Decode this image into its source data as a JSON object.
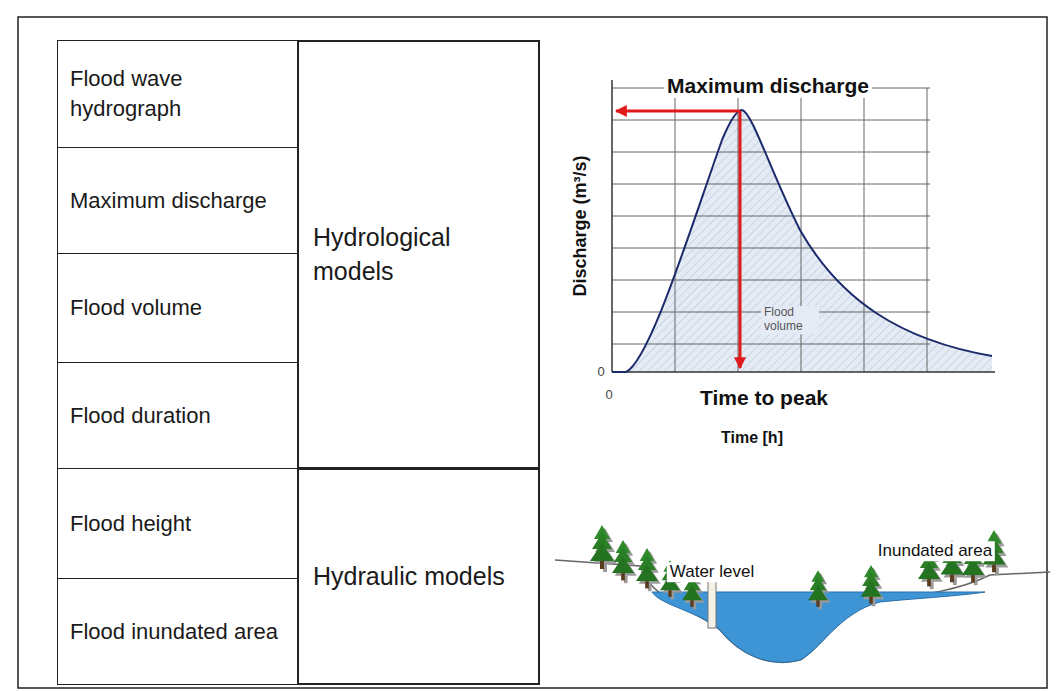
{
  "diagram": {
    "nodes": [
      {
        "text": [
          "Flood wave hydrograph"
        ]
      },
      {
        "text": [
          "Hydrological models"
        ]
      },
      {
        "text": [
          "Maximum discharge"
        ]
      },
      {
        "text": [
          "Flood volume"
        ]
      },
      {
        "text": [
          "Flood duration"
        ]
      },
      {
        "text": [
          "Flood height"
        ]
      },
      {
        "text": [
          "Hydraulic models"
        ]
      },
      {
        "text": [
          "Flood inundated area"
        ]
      }
    ],
    "labels": [
      "Maximum discharge",
      "Discharge (m³/s)",
      "Flood volume",
      "0",
      "0",
      "Time to peak",
      "Time [h]",
      "Water level",
      "Inundated area"
    ]
  }
}
